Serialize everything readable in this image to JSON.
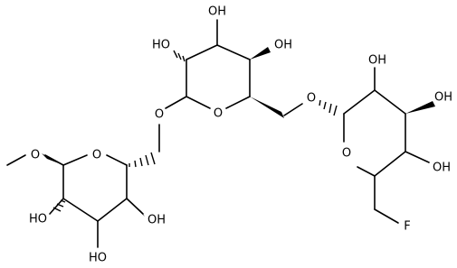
{
  "molecule": {
    "labels": {
      "methoxy_o": "O",
      "ring1_o": "O",
      "ring1_oh_c2": "HO",
      "ring1_oh_c3": "HO",
      "ring1_oh_c4": "OH",
      "link1_o": "O",
      "ring2_o": "O",
      "ring2_oh_left": "HO",
      "ring2_oh_top": "OH",
      "ring2_oh_right": "OH",
      "link2_o": "O",
      "ring3_o": "O",
      "ring3_oh_top": "OH",
      "ring3_oh_mid": "OH",
      "ring3_oh_right": "OH",
      "fluorine": "F"
    }
  }
}
